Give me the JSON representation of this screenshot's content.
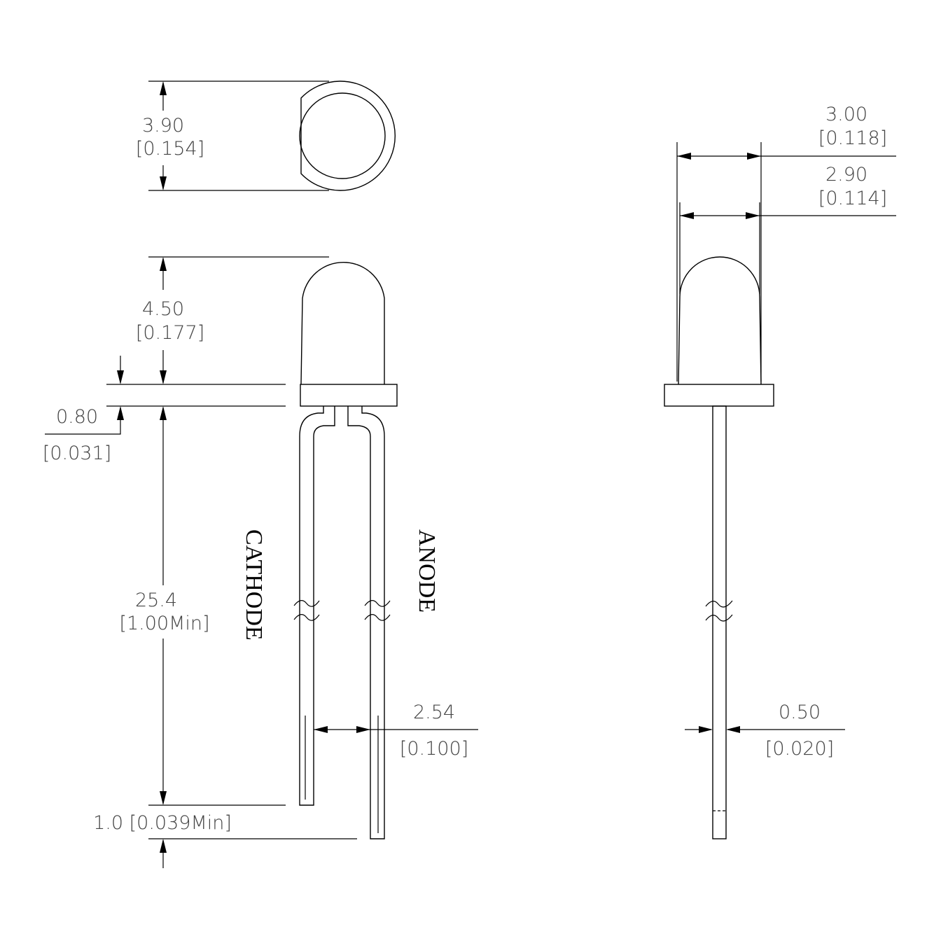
{
  "colors": {
    "line": "#000000",
    "dimension_text": "#444444",
    "background": "#ffffff"
  },
  "top_view": {
    "diameter": {
      "mm": "3.90",
      "inch": "[0.154]"
    }
  },
  "front_view": {
    "lens_height": {
      "mm": "4.50",
      "inch": "[0.177]"
    },
    "flange_height": {
      "mm": "0.80",
      "inch": "[0.031]"
    },
    "lead_length": {
      "mm": "25.4",
      "inch": "[1.00Min]"
    },
    "lead_spacing": {
      "mm": "2.54",
      "inch": "[0.100]"
    },
    "lead_offset": {
      "text": "1.0  [0.039Min]"
    },
    "cathode_label": "CATHODE",
    "anode_label": "ANODE"
  },
  "side_view": {
    "flange_width": {
      "mm": "3.00",
      "inch": "[0.118]"
    },
    "lens_width": {
      "mm": "2.90",
      "inch": "[0.114]"
    },
    "lead_width": {
      "mm": "0.50",
      "inch": "[0.020]"
    }
  }
}
